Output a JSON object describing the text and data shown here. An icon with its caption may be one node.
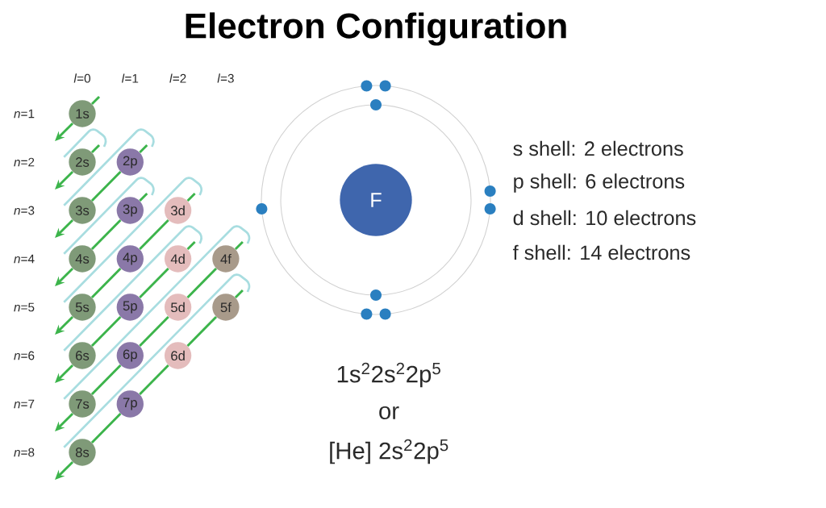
{
  "diagram": {
    "title": "Electron Configuration",
    "nodes": [
      {
        "text": [
          "1s"
        ]
      },
      {
        "text": [
          "2s"
        ]
      },
      {
        "text": [
          "2p"
        ]
      },
      {
        "text": [
          "3s"
        ]
      },
      {
        "text": [
          "3p"
        ]
      },
      {
        "text": [
          "3d"
        ]
      },
      {
        "text": [
          "4s"
        ]
      },
      {
        "text": [
          "4p"
        ]
      },
      {
        "text": [
          "4d"
        ]
      },
      {
        "text": [
          "4f"
        ]
      },
      {
        "text": [
          "5s"
        ]
      },
      {
        "text": [
          "5p"
        ]
      },
      {
        "text": [
          "5d"
        ]
      },
      {
        "text": [
          "5f"
        ]
      },
      {
        "text": [
          "6s"
        ]
      },
      {
        "text": [
          "6p"
        ]
      },
      {
        "text": [
          "6d"
        ]
      },
      {
        "text": [
          "7s"
        ]
      },
      {
        "text": [
          "7p"
        ]
      },
      {
        "text": [
          "8s"
        ]
      },
      {
        "text": [
          "F"
        ]
      }
    ],
    "edges": [
      {
        "from": null,
        "to": 0,
        "arrow": "none"
      },
      {
        "from": 0,
        "to": null,
        "arrow": "to"
      },
      {
        "from": null,
        "to": 1,
        "arrow": "none"
      },
      {
        "from": 1,
        "to": null,
        "arrow": "to"
      },
      {
        "from": null,
        "to": 2,
        "arrow": "none"
      },
      {
        "from": 2,
        "to": 3,
        "arrow": "none"
      },
      {
        "from": 3,
        "to": null,
        "arrow": "to"
      },
      {
        "from": null,
        "to": 4,
        "arrow": "none"
      },
      {
        "from": 4,
        "to": 6,
        "arrow": "none"
      },
      {
        "from": 6,
        "to": null,
        "arrow": "to"
      },
      {
        "from": null,
        "to": 5,
        "arrow": "none"
      },
      {
        "from": 5,
        "to": 7,
        "arrow": "none"
      },
      {
        "from": 7,
        "to": 10,
        "arrow": "none"
      },
      {
        "from": 10,
        "to": null,
        "arrow": "to"
      },
      {
        "from": null,
        "to": 8,
        "arrow": "none"
      },
      {
        "from": 8,
        "to": 11,
        "arrow": "none"
      },
      {
        "from": 11,
        "to": 14,
        "arrow": "none"
      },
      {
        "from": 14,
        "to": null,
        "arrow": "to"
      },
      {
        "from": null,
        "to": 9,
        "arrow": "none"
      },
      {
        "from": 9,
        "to": 12,
        "arrow": "none"
      },
      {
        "from": 12,
        "to": 15,
        "arrow": "none"
      },
      {
        "from": 15,
        "to": 17,
        "arrow": "none"
      },
      {
        "from": 17,
        "to": null,
        "arrow": "to"
      },
      {
        "from": null,
        "to": 13,
        "arrow": "none"
      },
      {
        "from": 13,
        "to": 16,
        "arrow": "none"
      },
      {
        "from": 16,
        "to": 18,
        "arrow": "none"
      },
      {
        "from": 18,
        "to": 19,
        "arrow": "none"
      },
      {
        "from": 19,
        "to": null,
        "arrow": "to"
      }
    ],
    "labels": [
      "*l*=0",
      "*l*=1",
      "*l*=2",
      "*l*=3",
      "*n*=1",
      "*n*=2",
      "*n*=3",
      "*n*=4",
      "*n*=5",
      "*n*=6",
      "*n*=7",
      "*n*=8",
      "s shell: 2 electrons",
      "p shell: 6 electrons",
      "d shell: 10 electrons",
      "f shell: 14 electrons",
      "1s$^{2}$2s$^{2}$2p$^{5}$",
      "or",
      "[He] 2s$^{2}$2p$^{5}$"
    ]
  }
}
